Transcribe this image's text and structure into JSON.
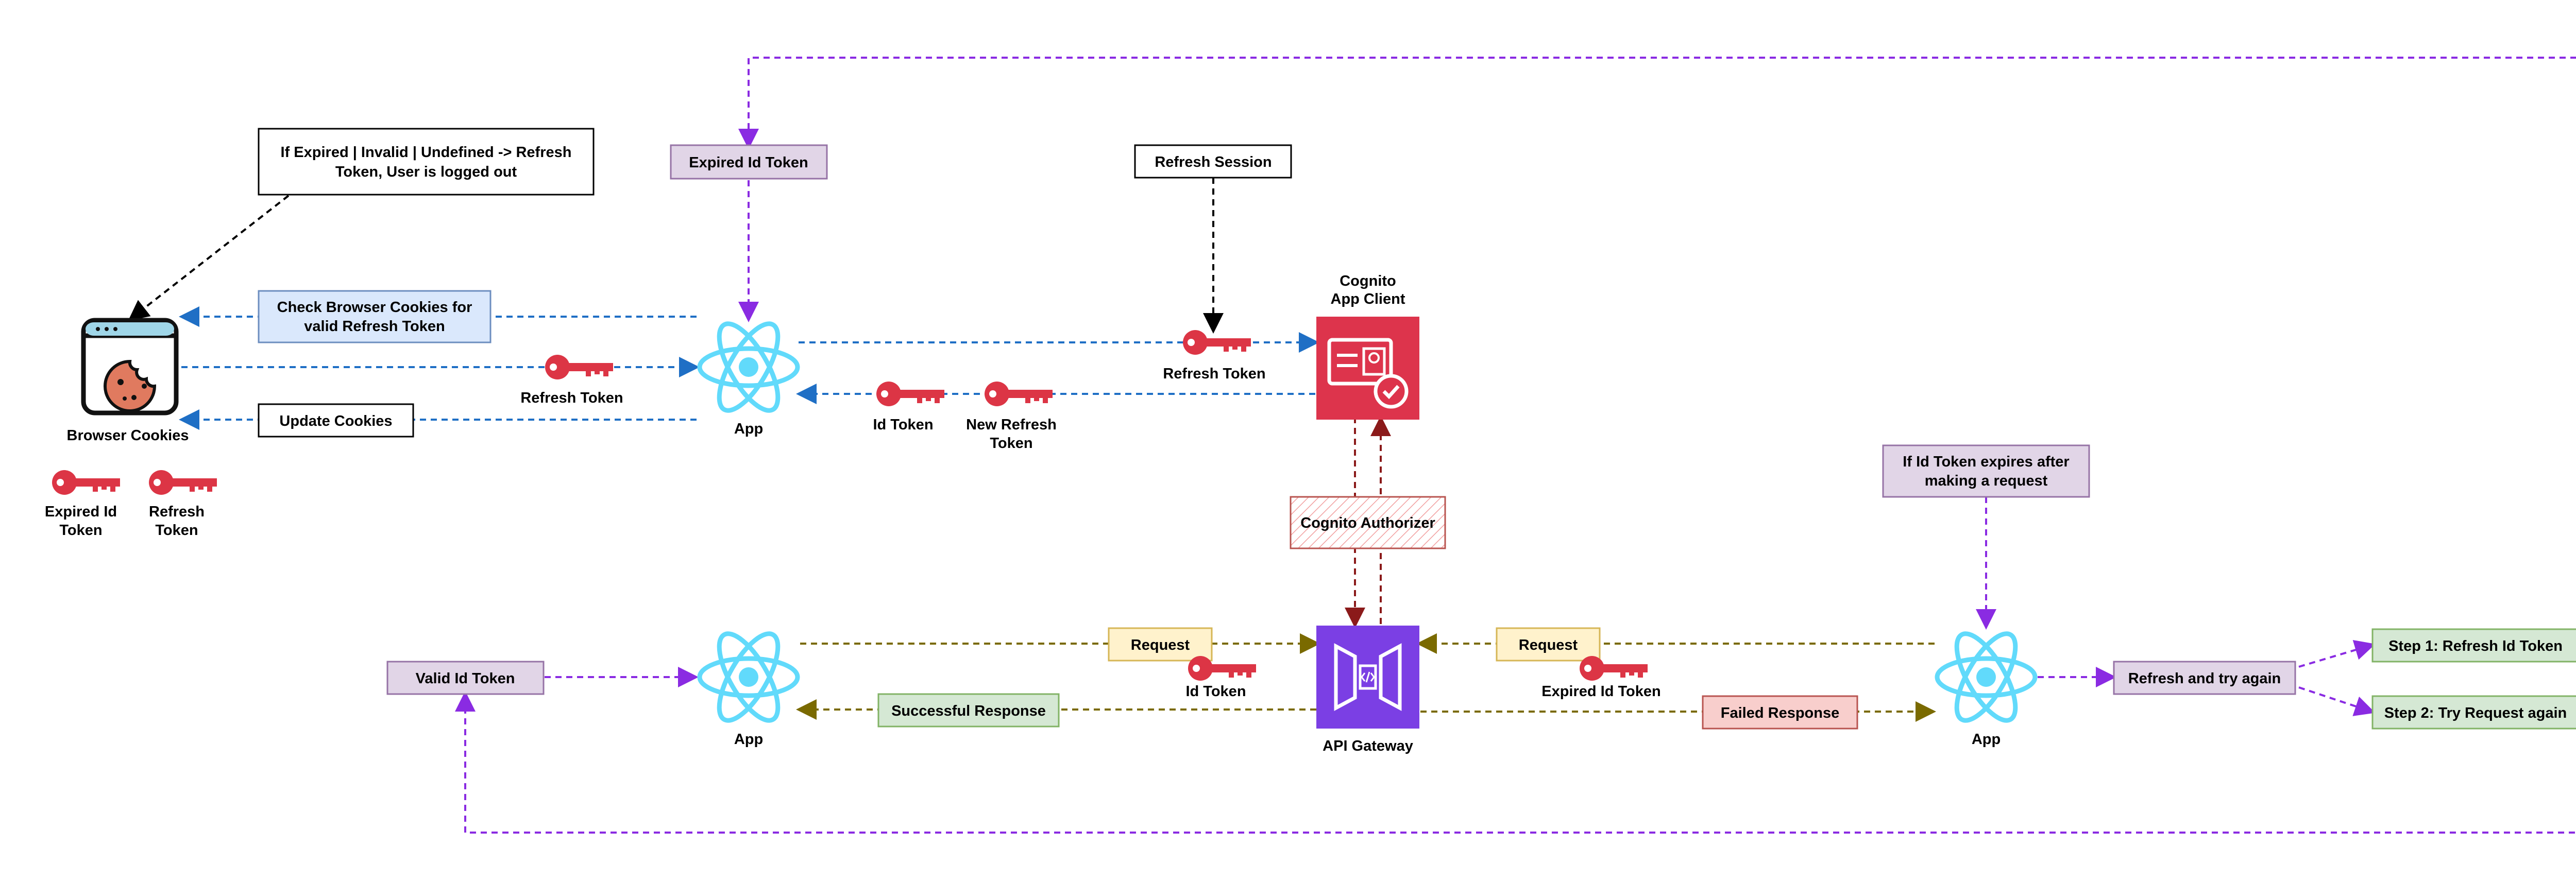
{
  "nodes": {
    "browser_cookies": "Browser Cookies",
    "app_top": "App",
    "app_bottom_left": "App",
    "app_bottom_right": "App",
    "cognito_title_line1": "Cognito",
    "cognito_title_line2": "App Client",
    "api_gateway": "API Gateway"
  },
  "boxes": {
    "expired_note_line1": "If Expired | Invalid | Undefined -> Refresh",
    "expired_note_line2": "Token, User is logged out",
    "expired_id_token": "Expired Id Token",
    "refresh_session": "Refresh Session",
    "check_cookies_line1": "Check Browser Cookies for",
    "check_cookies_line2": "valid Refresh Token",
    "update_cookies": "Update Cookies",
    "cognito_authorizer": "Cognito Authorizer",
    "if_expires_line1": "If Id Token expires after",
    "if_expires_line2": "making a request",
    "valid_id_token": "Valid Id Token",
    "request_left": "Request",
    "request_right": "Request",
    "successful_response": "Successful Response",
    "failed_response": "Failed Response",
    "refresh_and_try": "Refresh and try again",
    "step1": "Step 1: Refresh Id Token",
    "step2": "Step 2: Try Request again"
  },
  "keys": {
    "refresh_token_cookies": "Refresh Token",
    "refresh_token_cognito": "Refresh Token",
    "id_token_top": "Id Token",
    "new_refresh_line1": "New Refresh",
    "new_refresh_line2": "Token",
    "legend_expired_line1": "Expired Id",
    "legend_expired_line2": "Token",
    "legend_refresh_line1": "Refresh",
    "legend_refresh_line2": "Token",
    "id_token_bottom": "Id Token",
    "expired_id_token_bottom": "Expired Id Token"
  },
  "colors": {
    "react": "#61dafb",
    "key": "#dc3545",
    "cognito_red": "#dd344c",
    "gateway_purple": "#7b3fe4",
    "blue_arrow": "#1f6fc5",
    "purple_arrow": "#8a2be2",
    "olive_arrow": "#7a6a00",
    "darkred_arrow": "#8b1a1a",
    "purple_box": "#e1d5e7",
    "blue_box": "#dae8fc",
    "yellow_box": "#fff2cc",
    "green_box": "#d5e8d4",
    "red_box": "#f8cecc"
  },
  "icons": [
    "cookie-browser-icon",
    "react-icon",
    "key-icon",
    "cognito-icon",
    "api-gateway-icon"
  ]
}
